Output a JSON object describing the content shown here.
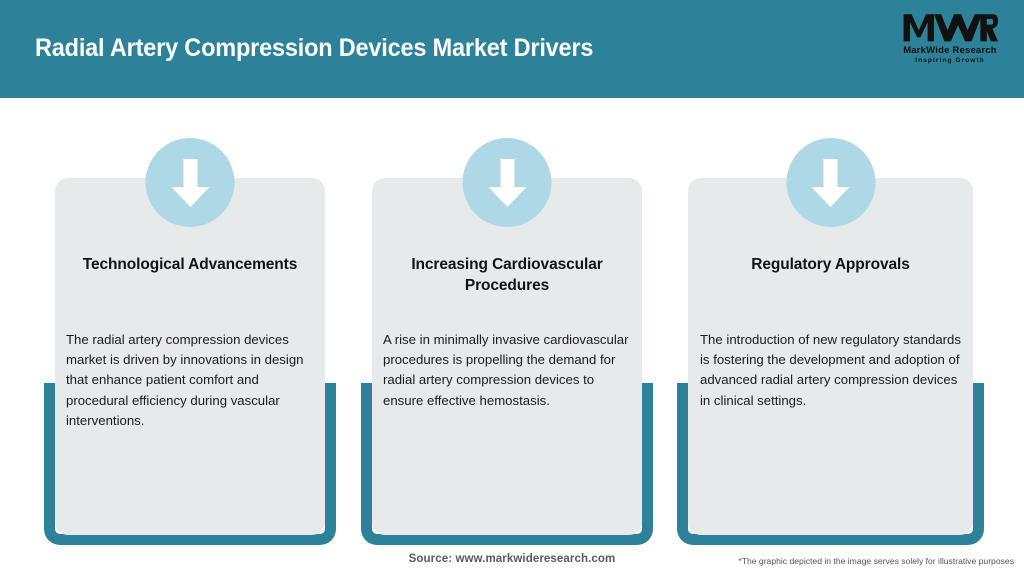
{
  "header": {
    "title": "Radial Artery Compression Devices Market Drivers",
    "background_color": "#2d8198",
    "title_color": "#ffffff"
  },
  "logo": {
    "mark_text": "MWR",
    "company_name": "MarkWide Research",
    "tagline": "Inspiring Growth"
  },
  "theme": {
    "accent_teal": "#2d8198",
    "card_gray": "#e7eaeb",
    "circle_blue": "#aed8e5",
    "arrow_white": "#ffffff",
    "page_background": "#ffffff"
  },
  "cards": [
    {
      "icon": "arrow-down-icon",
      "title": "Technological Advancements",
      "body": "The radial artery compression devices market is driven by innovations in design that enhance patient comfort and procedural efficiency during vascular interventions."
    },
    {
      "icon": "arrow-down-icon",
      "title": "Increasing Cardiovascular Procedures",
      "body": "A rise in minimally invasive cardiovascular procedures is propelling the demand for radial artery compression devices to ensure effective hemostasis."
    },
    {
      "icon": "arrow-down-icon",
      "title": "Regulatory Approvals",
      "body": "The introduction of new regulatory standards is fostering the development and adoption of advanced radial artery compression devices in clinical settings."
    }
  ],
  "footer": {
    "source": "Source: www.markwideresearch.com",
    "disclaimer": "*The graphic depicted in the image serves solely for illustrative purposes"
  }
}
